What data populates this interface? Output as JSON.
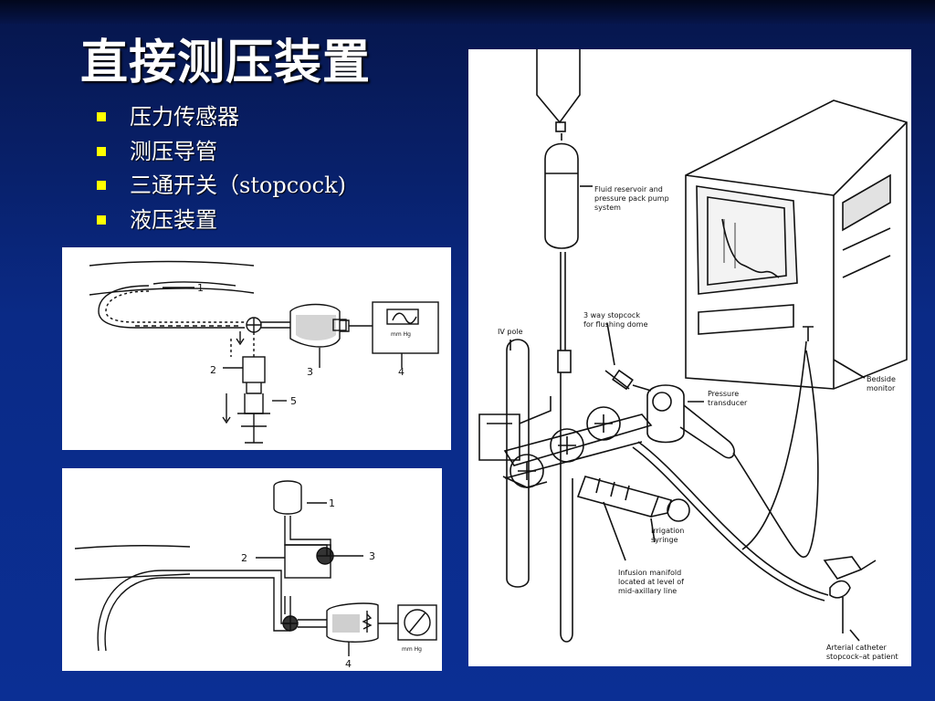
{
  "title": "直接测压装置",
  "accent_color": "#ffff00",
  "bullets": [
    "压力传感器",
    "测压导管",
    "三通开关（stopcock)",
    "液压装置"
  ],
  "figure1": {
    "labels": [
      "1",
      "2",
      "3",
      "4",
      "5"
    ],
    "meter_unit": "mm Hg"
  },
  "figure2": {
    "labels": [
      "1",
      "2",
      "3",
      "4"
    ],
    "meter_unit": "mm Hg"
  },
  "figure3": {
    "fluid_reservoir": [
      "Fluid reservoir and",
      "pressure pack pump",
      "system"
    ],
    "iv_pole": "IV pole",
    "stopcock_flush": [
      "3 way stopcock",
      "for flushing dome"
    ],
    "pressure_transducer": [
      "Pressure",
      "transducer"
    ],
    "bedside_monitor": [
      "Bedside",
      "monitor"
    ],
    "irrigation_syringe": [
      "Irrigation",
      "syringe"
    ],
    "infusion_manifold": [
      "Infusion manifold",
      "located at level of",
      "mid-axillary line"
    ],
    "arterial_catheter": [
      "Arterial catheter",
      "stopcock–at patient"
    ]
  }
}
